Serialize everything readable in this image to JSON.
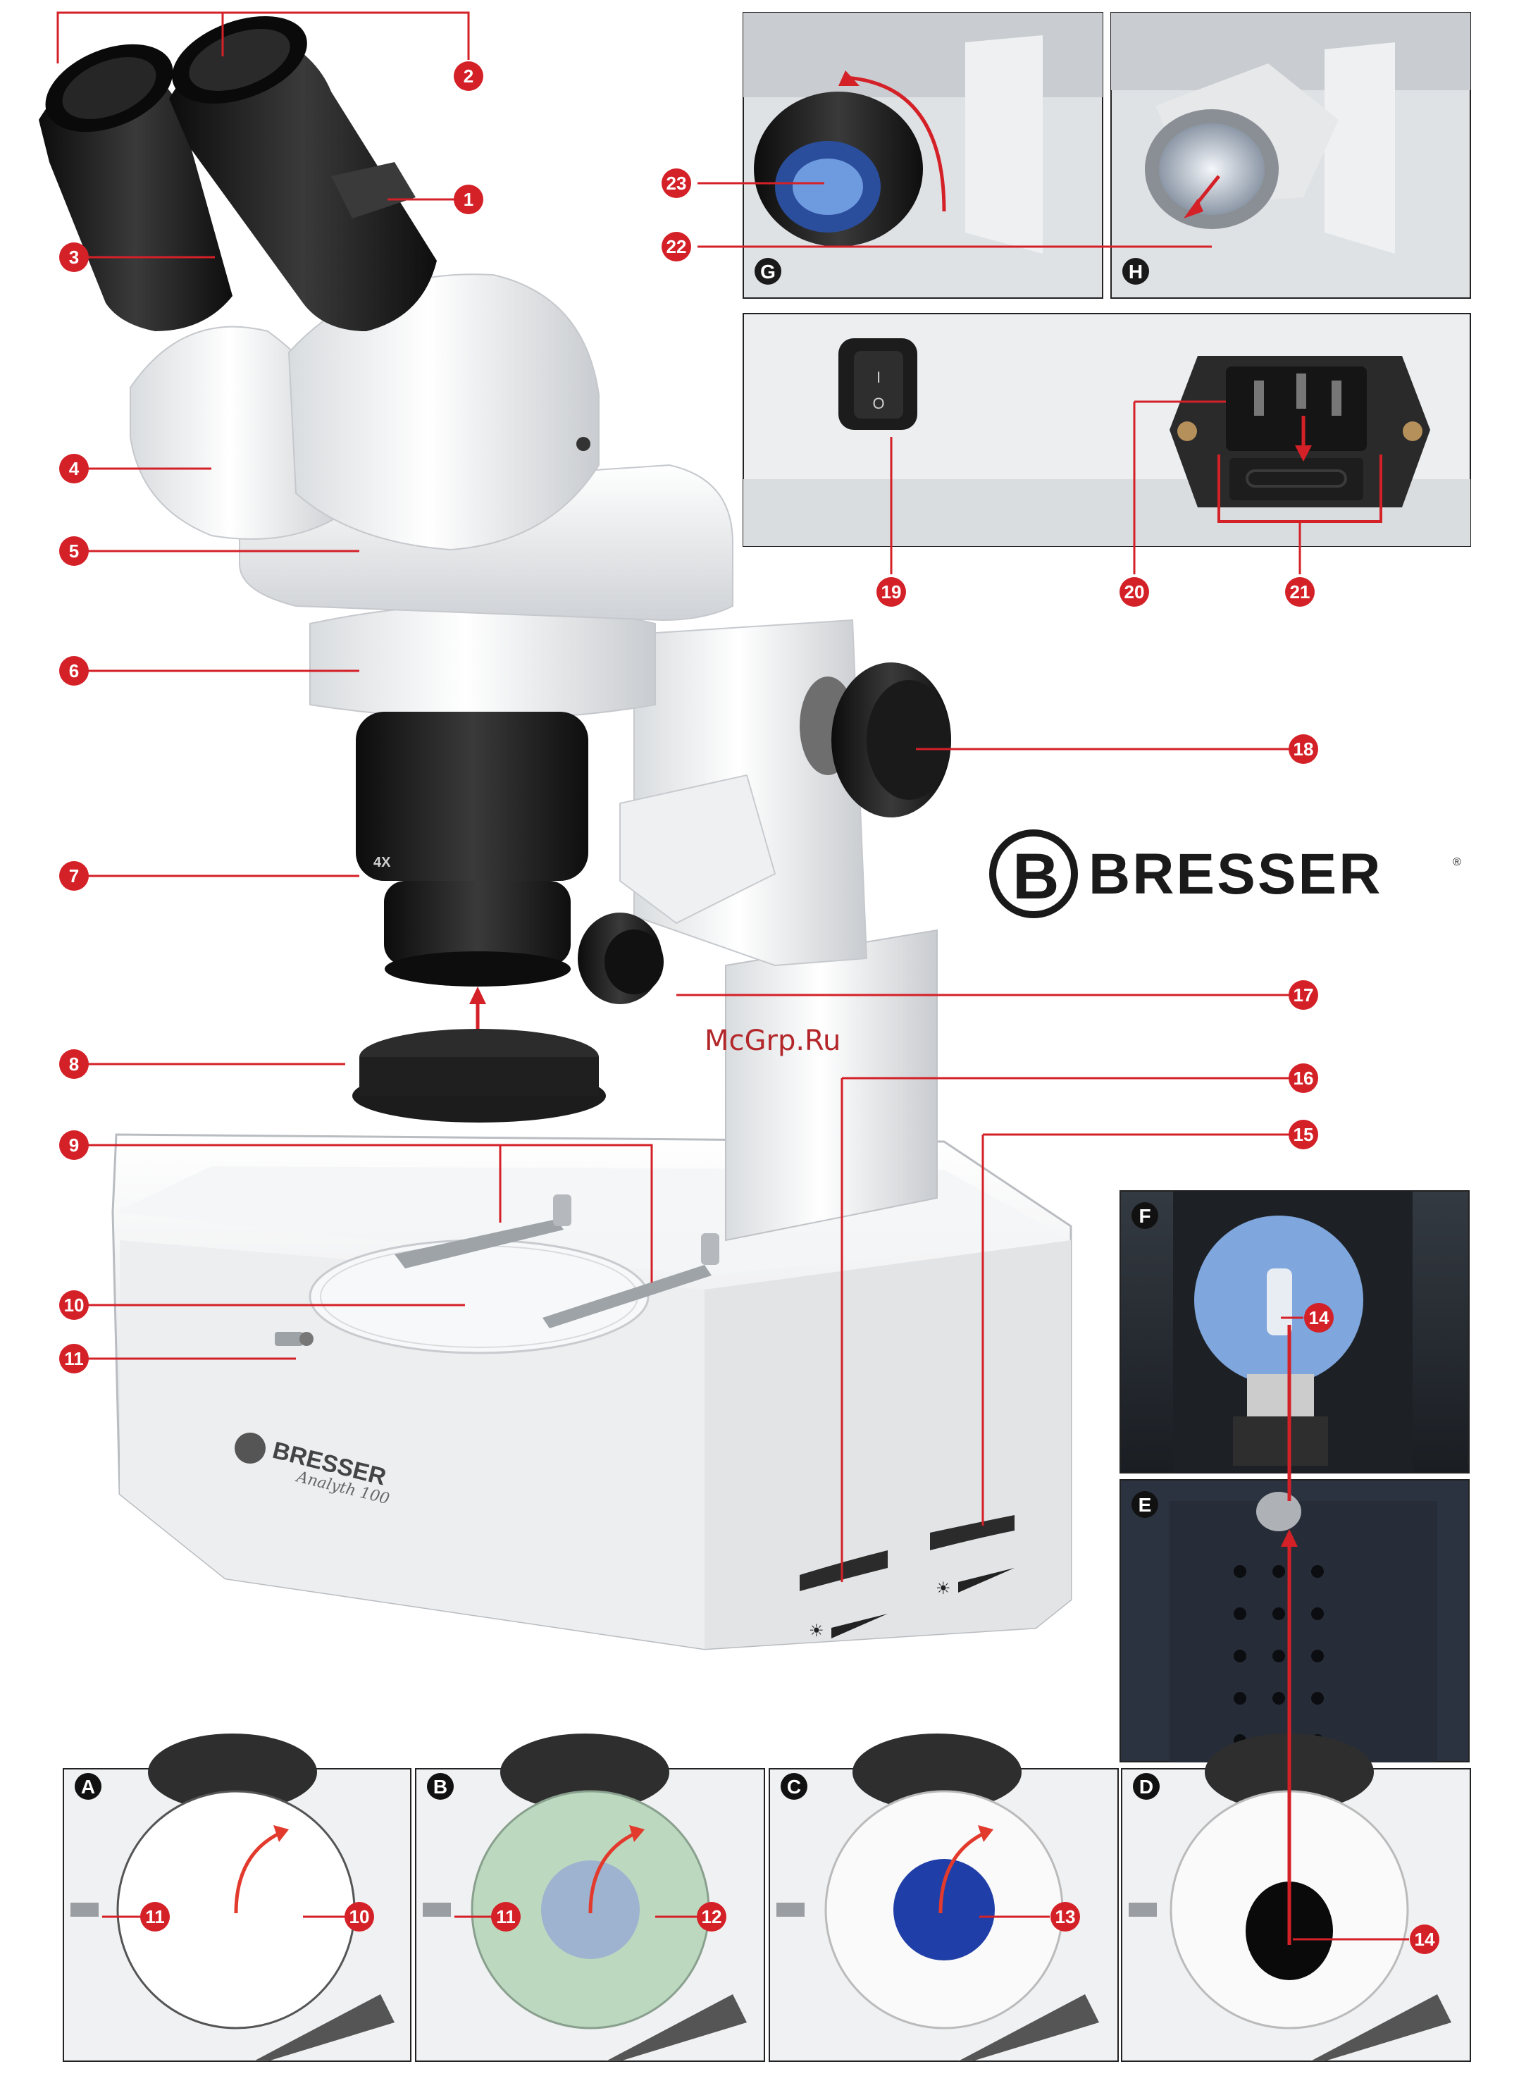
{
  "brand": {
    "name": "BRESSER",
    "registered": "®",
    "logo_letter": "B"
  },
  "watermark": "McGrp.Ru",
  "base_branding": {
    "name": "BRESSER",
    "model": "Analyth 100"
  },
  "objective_marking": "4X",
  "switch_symbols": {
    "on": "I",
    "off": "O"
  },
  "callouts": {
    "c1": "1",
    "c2": "2",
    "c3": "3",
    "c4": "4",
    "c5": "5",
    "c6": "6",
    "c7": "7",
    "c8": "8",
    "c9": "9",
    "c10": "10",
    "c11": "11",
    "c14": "14",
    "c15": "15",
    "c16": "16",
    "c17": "17",
    "c18": "18",
    "c19": "19",
    "c20": "20",
    "c21": "21",
    "c22": "22",
    "c23": "23"
  },
  "panel_callouts": {
    "a11": "11",
    "a10": "10",
    "b11": "11",
    "b12": "12",
    "c13": "13",
    "d14": "14",
    "f14": "14"
  },
  "panels": {
    "A": "A",
    "B": "B",
    "C": "C",
    "D": "D",
    "E": "E",
    "F": "F",
    "G": "G",
    "H": "H"
  },
  "colors": {
    "callout_red": "#d42027",
    "panel_dark": "#2a2f35",
    "blue_filter": "#1f3ea8",
    "green_filter": "#bcd9c0",
    "lamp_blue": "#7fa6dd"
  }
}
